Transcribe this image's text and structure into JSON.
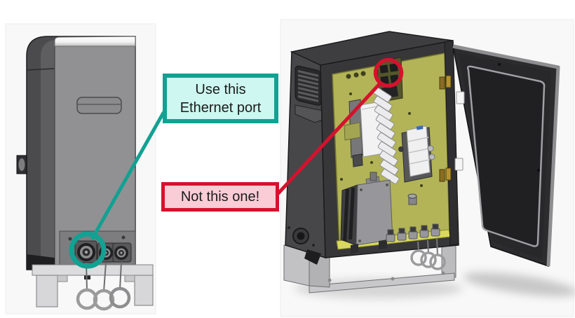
{
  "callouts": {
    "use_ethernet": {
      "line1": "Use this",
      "line2": "Ethernet port"
    },
    "not_this": {
      "text": "Not this one!"
    }
  },
  "colors": {
    "teal": "#12A192",
    "teal_bg": "#CDF7F0",
    "red": "#D5122D",
    "red_bg": "#F9CCD6",
    "pcb_olive": "#B2B457",
    "panel_bg": "#F8F8F8"
  }
}
